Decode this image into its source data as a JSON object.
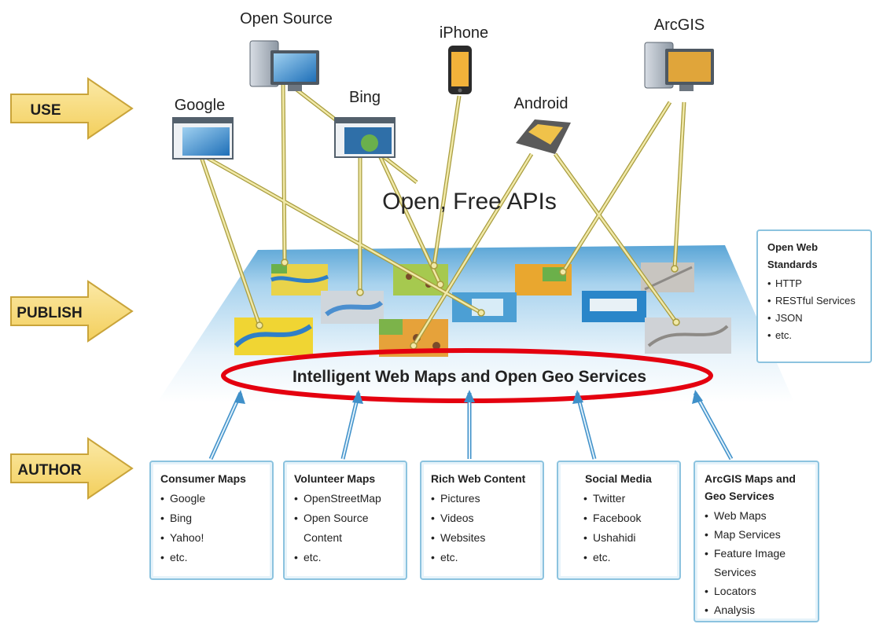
{
  "stages": {
    "use": "USE",
    "publish": "PUBLISH",
    "author": "AUTHOR"
  },
  "clients": {
    "open_source": "Open Source",
    "iphone": "iPhone",
    "arcgis": "ArcGIS",
    "google": "Google",
    "bing": "Bing",
    "android": "Android"
  },
  "apis_label": "Open, Free APIs",
  "platform_label": "Intelligent Web Maps and Open Geo Services",
  "standards": {
    "title": "Open Web Standards",
    "items": [
      "HTTP",
      "RESTful Services",
      "JSON",
      "etc."
    ]
  },
  "sources": [
    {
      "title": "Consumer Maps",
      "items": [
        "Google",
        "Bing",
        "Yahoo!",
        "etc."
      ]
    },
    {
      "title": "Volunteer Maps",
      "items": [
        "OpenStreetMap",
        "Open Source Content",
        "etc."
      ]
    },
    {
      "title": "Rich Web Content",
      "items": [
        "Pictures",
        "Videos",
        "Websites",
        "etc."
      ]
    },
    {
      "title": "Social Media",
      "items": [
        "Twitter",
        "Facebook",
        "Ushahidi",
        "etc."
      ]
    },
    {
      "title": "ArcGIS Maps and Geo Services",
      "items": [
        "Web Maps",
        "Map Services",
        "Feature Image Services",
        "Locators",
        "Analysis"
      ]
    }
  ],
  "colors": {
    "arrow_fill": "#f6d776",
    "arrow_stroke": "#c9a43a",
    "connector": "#e6dd92",
    "highlight": "#e4000f",
    "box_border": "#8cc3df"
  }
}
